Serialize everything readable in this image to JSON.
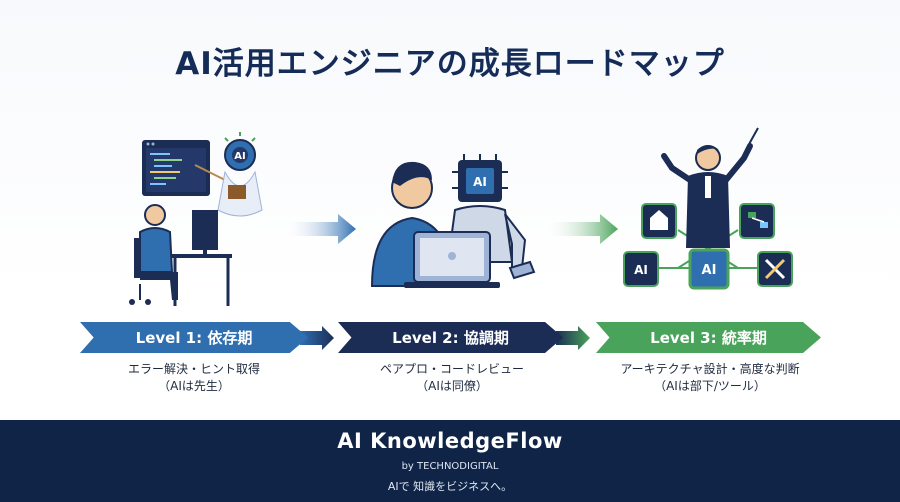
{
  "title": "AI活用エンジニアの成長ロードマップ",
  "levels": [
    {
      "label": "Level 1: 依存期",
      "desc_line1": "エラー解決・ヒント取得",
      "desc_line2": "（AIは先生）",
      "color": "#2f6fb0"
    },
    {
      "label": "Level 2: 協調期",
      "desc_line1": "ペアプロ・コードレビュー",
      "desc_line2": "（AIは同僚）",
      "color": "#1b2d55"
    },
    {
      "label": "Level 3: 統率期",
      "desc_line1": "アーキテクチャ設計・高度な判断",
      "desc_line2": "（AIは部下/ツール）",
      "color": "#4aa35a"
    }
  ],
  "icons": {
    "ai_badge": "AI"
  },
  "footer": {
    "brand": "AI KnowledgeFlow",
    "by": "by TECHNODIGITAL",
    "tagline": "AIで 知識をビジネスへ。"
  }
}
